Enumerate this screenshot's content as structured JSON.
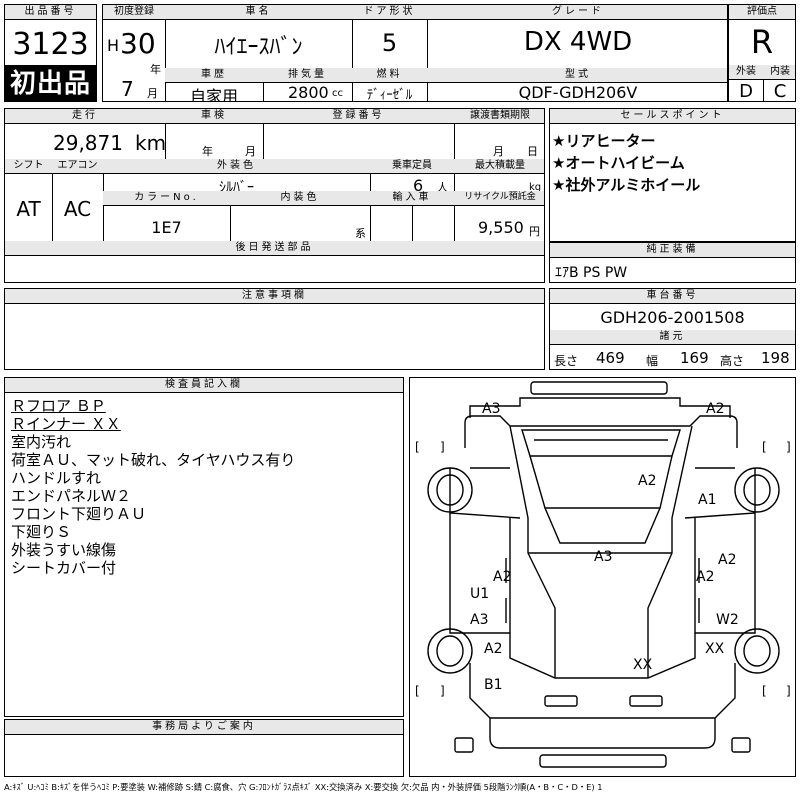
{
  "header": {
    "lot_label": "出品番号",
    "lot_number": "3123",
    "first_listing": "初出品",
    "reg_label": "初度登録",
    "reg_era": "H",
    "reg_year": "30",
    "year_unit": "年",
    "reg_month": "7",
    "month_unit": "月",
    "name_label": "車名",
    "car_name": "ﾊｲｴｰｽﾊﾞﾝ",
    "door_label": "ドア形状",
    "doors": "5",
    "grade_label": "グレード",
    "grade": "DX 4WD",
    "score_label": "評価点",
    "score": "R",
    "history_label": "車歴",
    "history": "自家用",
    "displacement_label": "排気量",
    "displacement": "2800",
    "displacement_unit": "cc",
    "fuel_label": "燃料",
    "fuel": "ﾃﾞｨｰｾﾞﾙ",
    "model_label": "型式",
    "model_code": "QDF-GDH206V",
    "exterior_label": "外装",
    "interior_label": "内装",
    "exterior_grade": "D",
    "interior_grade": "C"
  },
  "details": {
    "mileage_label": "走行",
    "mileage": "29,871",
    "mileage_unit": "km",
    "inspection_label": "車検",
    "inspection_year_unit": "年",
    "inspection_month_unit": "月",
    "plate_label": "登録番号",
    "transfer_label": "譲渡書類期限",
    "transfer_month_unit": "月",
    "transfer_day_unit": "日",
    "shift_label": "シフト",
    "shift": "AT",
    "ac_label": "エアコン",
    "ac": "AC",
    "color_label": "外装色",
    "color": "ｼﾙﾊﾞｰ",
    "capacity_label": "乗車定員",
    "capacity": "6",
    "capacity_unit": "人",
    "load_label": "最大積載量",
    "load_unit": "kg",
    "color_no_label": "カラーNo.",
    "color_no": "1E7",
    "interior_color_label": "内装色",
    "interior_color_unit": "系",
    "import_label": "輸入車",
    "recycle_label": "リサイクル預託金",
    "recycle": "9,550",
    "recycle_unit": "円",
    "later_parts_label": "後日発送部品"
  },
  "sales_points": {
    "label": "セールスポイント",
    "items": [
      "★リアヒーター",
      "★オートハイビーム",
      "★社外アルミホイール"
    ]
  },
  "equipment": {
    "label": "純正装備",
    "value": "ｴｱB PS PW"
  },
  "caution": {
    "label": "注意事項欄"
  },
  "chassis": {
    "label": "車台番号",
    "value": "GDH206-2001508",
    "dims_label": "諸元",
    "length_label": "長さ",
    "length": "469",
    "width_label": "幅",
    "width": "169",
    "height_label": "高さ",
    "height": "198"
  },
  "inspector": {
    "label": "検査員記入欄",
    "notes": [
      "Ｒフロア ＢＰ",
      "Ｒインナー ＸＸ",
      "室内汚れ",
      "荷室ＡＵ、マット破れ、タイヤハウス有り",
      "ハンドルすれ",
      "エンドパネルＷ２",
      "フロント下廻りＡＵ",
      "下廻りＳ",
      "外装うすい線傷",
      "シートカバー付"
    ]
  },
  "office": {
    "label": "事務局よりご案内"
  },
  "diagram": {
    "marks": [
      "A3",
      "A2",
      "A2",
      "A1",
      "A3",
      "A2",
      "A2",
      "A2",
      "U1",
      "A3",
      "W2",
      "A2",
      "XX",
      "XX",
      "B1"
    ],
    "brackets": [
      "[",
      "]",
      "[",
      "]",
      "[",
      "]",
      "[",
      "]"
    ]
  },
  "legend": "A:ｷｽﾞ U:ﾍｺﾐ B:ｷｽﾞを伴うﾍｺﾐ P:要塗装 W:補修跡 S:錆 C:腐食、穴 G:ﾌﾛﾝﾄｶﾞﾗｽ点ｷｽﾞ XX:交換済み X:要交換 欠:欠品 内・外装評価 5段階ﾗﾝｸ順(A・B・C・D・E) 1"
}
